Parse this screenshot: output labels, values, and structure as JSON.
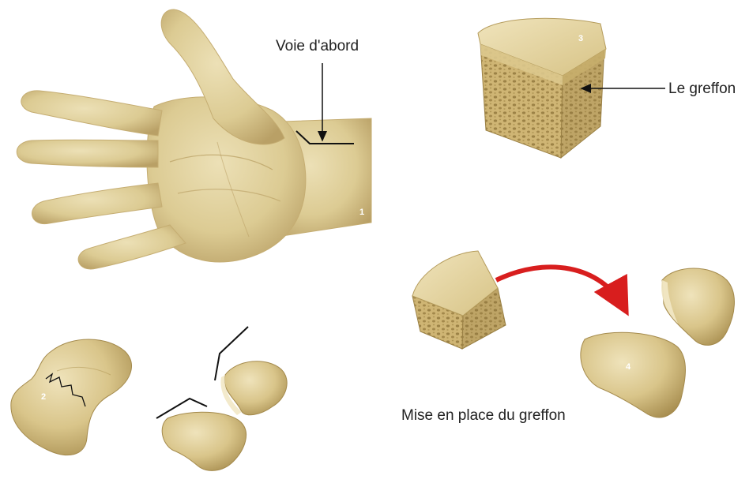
{
  "labels": {
    "approach": "Voie d'abord",
    "graft": "Le greffon",
    "placement": "Mise en place du greffon"
  },
  "panel_numbers": {
    "hand": "1",
    "fracture": "2",
    "graft": "3",
    "placed": "4"
  },
  "colors": {
    "bone_light": "#e8d7a4",
    "bone_mid": "#d4bd7e",
    "bone_dark": "#a98f4f",
    "arrow_red": "#d81e1e",
    "ink": "#111111"
  }
}
